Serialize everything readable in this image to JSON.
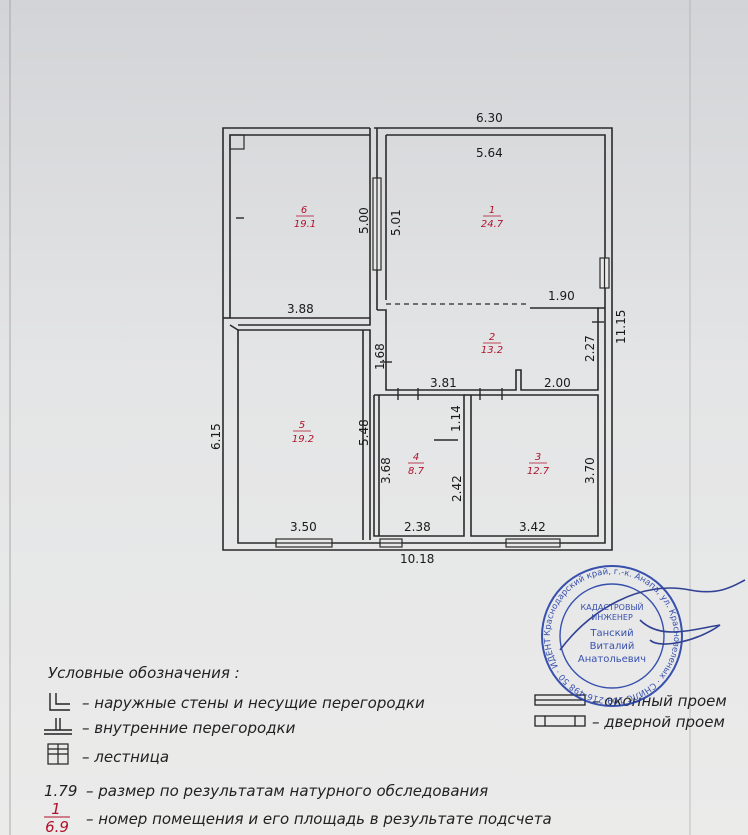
{
  "plan": {
    "overall_width": "6.30",
    "bottom_total": "10.18",
    "right_total": "11.15",
    "left_total": "6.15",
    "dims": {
      "room1_top": "5.64",
      "room1_partition_v": "5.01",
      "room6_partition_v": "5.00",
      "room6_bottom": "3.88",
      "corridor_right_top": "1.90",
      "corridor_right_v": "2.27",
      "corridor_mid": "3.81",
      "corridor_right_bottom": "2.00",
      "corridor_left_v": "1.68",
      "room5_right_v": "5.48",
      "room4_top_v": "1.14",
      "room4_left_v": "3.68",
      "room4_right_v": "2.42",
      "room3_right_v": "3.70",
      "room5_bottom": "3.50",
      "room4_bottom": "2.38",
      "room3_bottom": "3.42"
    },
    "rooms": [
      {
        "number": "1",
        "area": "24.7"
      },
      {
        "number": "2",
        "area": "13.2"
      },
      {
        "number": "3",
        "area": "12.7"
      },
      {
        "number": "4",
        "area": "8.7"
      },
      {
        "number": "5",
        "area": "19.2"
      },
      {
        "number": "6",
        "area": "19.1"
      }
    ]
  },
  "legend": {
    "title": "Условные обозначения :",
    "items": [
      {
        "icon": "outer-wall-icon",
        "text": "– наружные стены и несущие перегородки"
      },
      {
        "icon": "inner-partition-icon",
        "text": "– внутренние перегородки"
      },
      {
        "icon": "stairs-icon",
        "text": "– лестница"
      },
      {
        "prefix": "1.79",
        "text": "– размер по результатам натурного обследования"
      },
      {
        "prefix_num": "1",
        "prefix_den": "6.9",
        "text": "– номер помещения и его площадь в результате подсчета"
      }
    ],
    "window_text": "– оконный проем",
    "door_text": "– дверной проем"
  },
  "stamp": {
    "center_lines": [
      "КАДАСТРОВЫЙ",
      "ИНЖЕНЕР",
      "Танский",
      "Виталий",
      "Анатольевич"
    ],
    "ring_text": "Краснодарский край, г.-к. Анапа, ул. Краснозеленых · СНИЛС 109-216-498 50 · ИДЕНТИФИКАЦИОННЫЙ НОМЕР КВАЛИФИКАЦИОННОГО АТТЕСТАТА 23-11-480 · № 35241"
  },
  "colors": {
    "wall": "#2a2a2a",
    "room_label": "#b0122b",
    "stamp": "#2540a8"
  }
}
